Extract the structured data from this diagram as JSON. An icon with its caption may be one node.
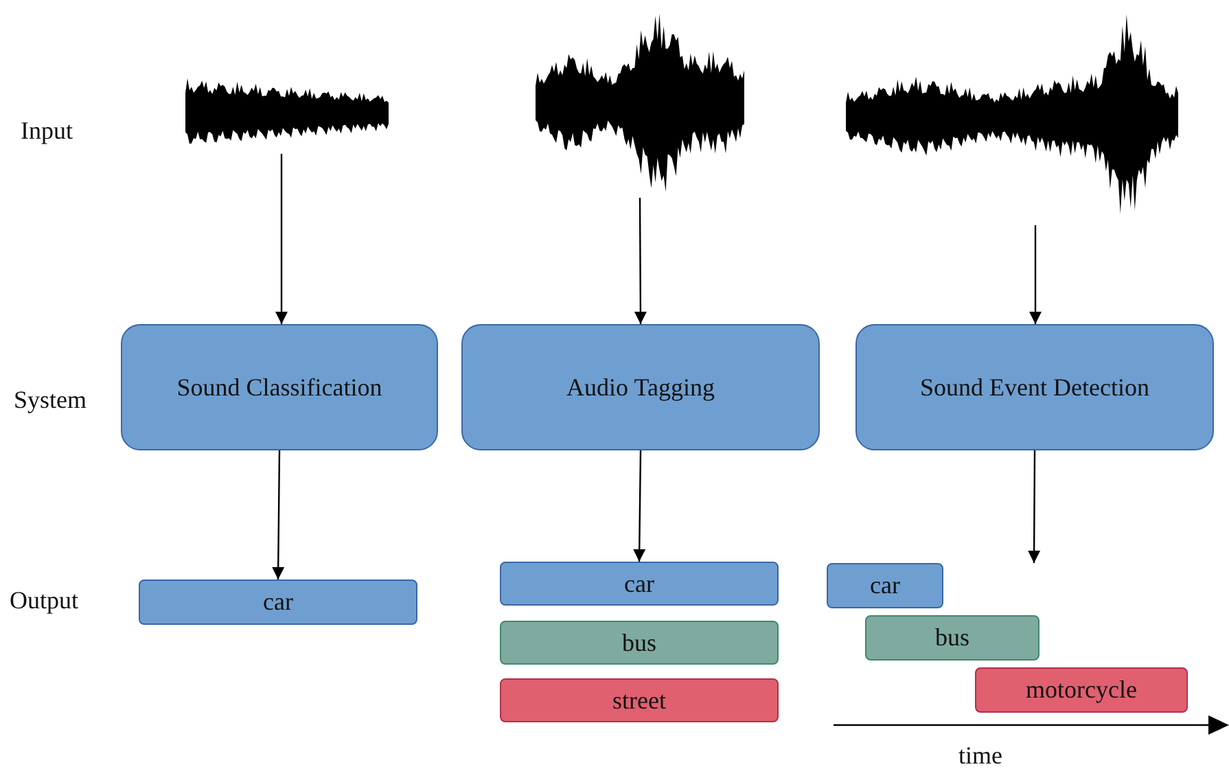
{
  "diagram": {
    "nodes": [
      {
        "text": [],
        "shape": "picture"
      },
      {
        "text": [],
        "shape": "picture"
      },
      {
        "text": [],
        "shape": "picture"
      },
      {
        "text": [
          "Sound Classification"
        ]
      },
      {
        "text": [
          "Audio Tagging"
        ]
      },
      {
        "text": [
          "Sound Event Detection"
        ]
      },
      {
        "text": [
          "car"
        ]
      },
      {
        "text": [
          "car"
        ]
      },
      {
        "text": [
          "bus"
        ]
      },
      {
        "text": [
          "street"
        ]
      },
      {
        "text": [
          "car"
        ]
      },
      {
        "text": [
          "bus"
        ]
      },
      {
        "text": [
          "motorcycle"
        ]
      }
    ],
    "edges": [
      {
        "from": 0,
        "to": 3,
        "arrow": "to"
      },
      {
        "from": 1,
        "to": 4,
        "arrow": "to"
      },
      {
        "from": 2,
        "to": 5,
        "arrow": "to"
      },
      {
        "from": 3,
        "to": 6,
        "arrow": "to"
      },
      {
        "from": 4,
        "to": 7,
        "arrow": "to"
      },
      {
        "from": 5,
        "to": null,
        "arrow": "to"
      }
    ],
    "labels": [
      "Input",
      "System",
      "Output",
      "time"
    ]
  }
}
